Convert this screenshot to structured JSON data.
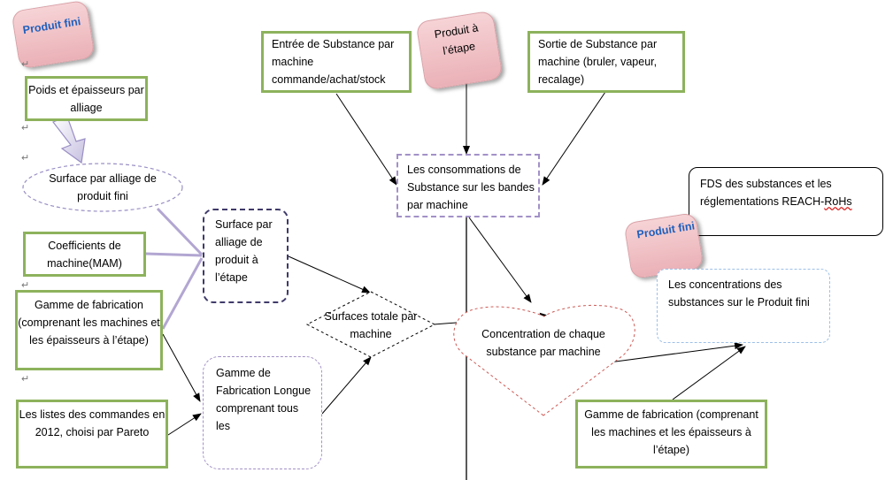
{
  "nodes": {
    "produit_fini_top": "Produit fini",
    "poids": "Poids et épaisseurs par alliage",
    "surface_alliage": "Surface par alliage de produit fini",
    "coefficients": "Coefficients de machine(MAM)",
    "gamme_left": "Gamme de fabrication (comprenant les machines et les épaisseurs à l’étape)",
    "listes": "Les listes des commandes en 2012, choisi par Pareto",
    "surface_etape": "Surface par alliage de produit à l’étape",
    "gamme_longue": "Gamme de Fabrication Longue comprenant tous les",
    "surfaces_totale": "Surfaces totale par machine",
    "entree": "Entrée de Substance par machine commande/achat/stock",
    "produit_etape": "Produit à l’étape",
    "sortie": "Sortie de Substance par machine (bruler, vapeur, recalage)",
    "consommations": "Les consommations de Substance sur les bandes par machine",
    "concentration": "Concentration de chaque substance par machine",
    "fds_line1": "FDS des substances et les",
    "fds_line2_prefix": "réglementations REACH-",
    "fds_line2_underlined": "RoHs",
    "produit_fini_right": "Produit fini",
    "concentrations_finales": "Les concentrations des substances sur le Produit fini",
    "gamme_right": "Gamme de fabrication (comprenant les machines et les épaisseurs à l’étape)"
  },
  "colors": {
    "green_border": "#8db25c",
    "purple": "#a291c7",
    "dark_purple": "#3f3a6a",
    "pink_fill": "#f0c3c8",
    "blue_label": "#1f5fbd",
    "red_dash": "#cc5a55",
    "light_blue_dash": "#9dc0e8"
  },
  "paragraph_mark": "↵"
}
